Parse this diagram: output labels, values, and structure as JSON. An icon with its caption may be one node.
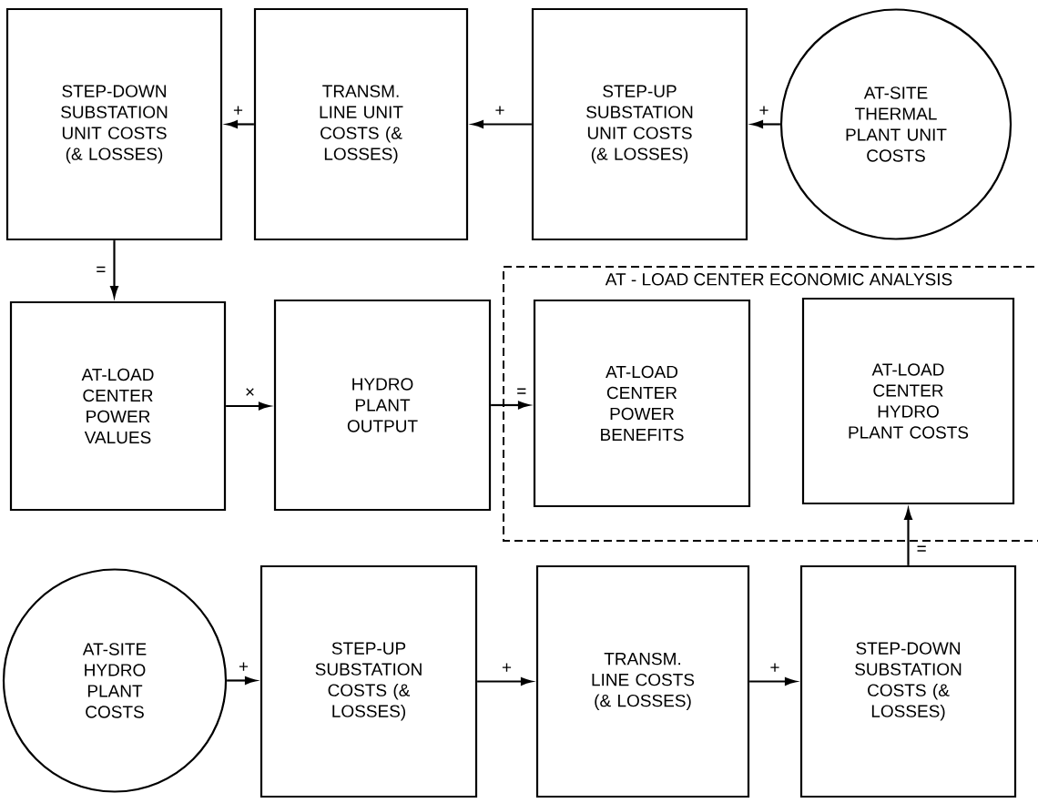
{
  "diagram": {
    "nodes": [
      {
        "text": [
          "STEP-DOWN SUBSTATION UNIT COSTS (& LOSSES)"
        ]
      },
      {
        "text": [
          "TRANSM. LINE UNIT COSTS (& LOSSES)"
        ]
      },
      {
        "text": [
          "STEP-UP SUBSTATION UNIT COSTS (& LOSSES)"
        ]
      },
      {
        "text": [
          "AT-SITE THERMAL PLANT UNIT COSTS"
        ]
      },
      {
        "text": [
          "AT-LOAD CENTER POWER VALUES"
        ]
      },
      {
        "text": [
          "HYDRO PLANT OUTPUT"
        ]
      },
      {
        "text": [
          "AT - LOAD CENTER ECONOMIC ANALYSIS"
        ]
      },
      {
        "text": [
          "AT-LOAD CENTER POWER BENEFITS"
        ],
        "in": 6
      },
      {
        "text": [
          "AT-LOAD CENTER HYDRO PLANT COSTS"
        ],
        "in": 6
      },
      {
        "text": [
          "AT-SITE HYDRO PLANT COSTS"
        ]
      },
      {
        "text": [
          "STEP-UP SUBSTATION COSTS (& LOSSES)"
        ]
      },
      {
        "text": [
          "TRANSM. LINE COSTS (& LOSSES)"
        ]
      },
      {
        "text": [
          "STEP-DOWN SUBSTATION COSTS (& LOSSES)"
        ]
      }
    ],
    "edges": [
      {
        "from": 3,
        "to": 2,
        "arrow": "to",
        "label": "+"
      },
      {
        "from": 2,
        "to": 1,
        "arrow": "to",
        "label": "+"
      },
      {
        "from": 1,
        "to": 0,
        "arrow": "to",
        "label": "+"
      },
      {
        "from": 0,
        "to": 4,
        "arrow": "to",
        "label": "="
      },
      {
        "from": 4,
        "to": 5,
        "arrow": "to",
        "label": "×"
      },
      {
        "from": 5,
        "to": 7,
        "arrow": "to",
        "label": "="
      },
      {
        "from": 9,
        "to": 10,
        "arrow": "to",
        "label": "+"
      },
      {
        "from": 10,
        "to": 11,
        "arrow": "to",
        "label": "+"
      },
      {
        "from": 11,
        "to": 12,
        "arrow": "to",
        "label": "+"
      },
      {
        "from": 12,
        "to": 8,
        "arrow": "to",
        "label": "="
      }
    ]
  }
}
